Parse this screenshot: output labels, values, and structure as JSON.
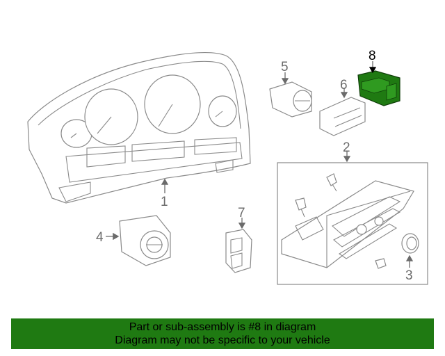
{
  "callouts": {
    "c1": "1",
    "c2": "2",
    "c3": "3",
    "c4": "4",
    "c5": "5",
    "c6": "6",
    "c7": "7",
    "c8": "8"
  },
  "highlight_color": "#1f7a12",
  "highlighted_part": "8",
  "banner": {
    "line1": "Part or sub-assembly is #8 in diagram",
    "line2": "Diagram may not be specific to your vehicle"
  }
}
